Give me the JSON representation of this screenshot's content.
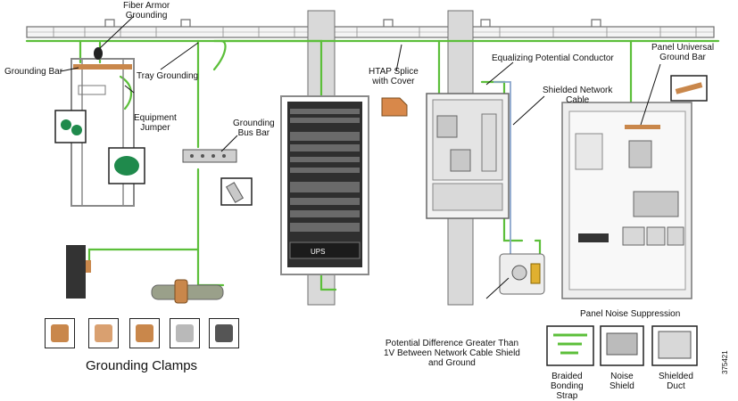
{
  "labels": {
    "fiber_armor_grounding": "Fiber Armor\nGrounding",
    "grounding_bar": "Grounding Bar",
    "tray_grounding": "Tray Grounding",
    "equipment_jumper": "Equipment\nJumper",
    "grounding_bus_bar": "Grounding\nBus Bar",
    "htap_splice": "HTAP Splice\nwith Cover",
    "equalizing_potential_conductor": "Equalizing Potential Conductor",
    "shielded_network_cable": "Shielded Network\nCable",
    "panel_universal_ground_bar": "Panel Universal\nGround Bar",
    "ups": "UPS",
    "potential_difference": "Potential Difference Greater Than\n1V Between Network Cable Shield\nand Ground",
    "panel_noise_suppression": "Panel Noise Suppression",
    "grounding_clamps": "Grounding Clamps",
    "braided_bonding_strap": "Braided\nBonding\nStrap",
    "noise_shield": "Noise\nShield",
    "shielded_duct": "Shielded\nDuct",
    "figure_id": "375421"
  },
  "colors": {
    "ground_wire": "#5cbf3a",
    "ground_wire_stripe": "#e3d34a",
    "network_cable": "#8aa6cc",
    "rack_frame": "#8a8a8a",
    "tray": "#6f6f6f",
    "copper": "#c9874b",
    "green_part": "#1f8a4c"
  }
}
